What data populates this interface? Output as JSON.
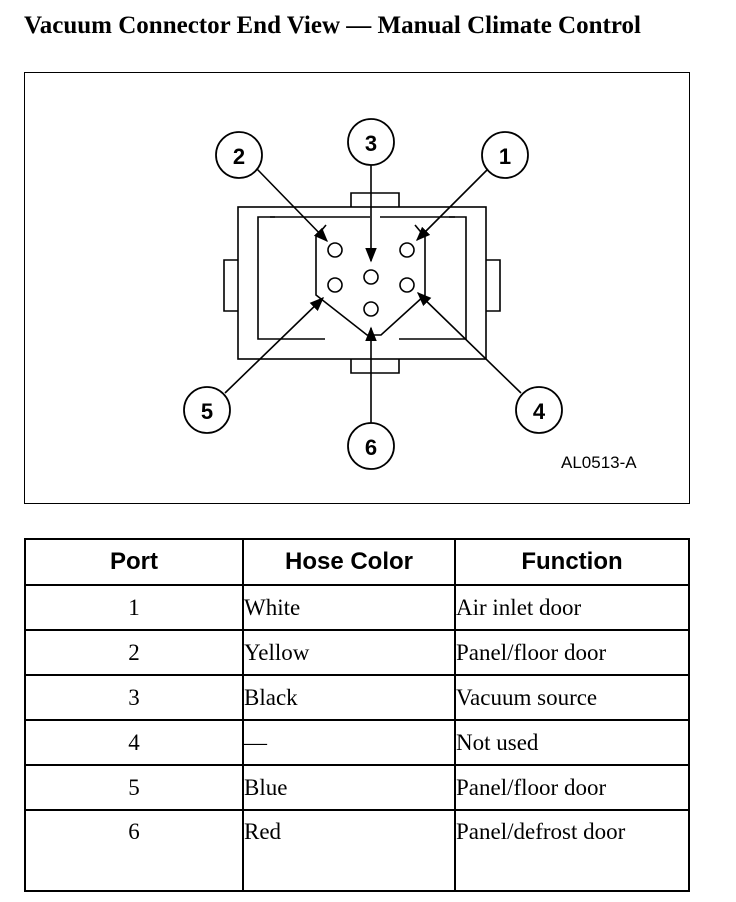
{
  "title": "Vacuum Connector End View — Manual Climate Control",
  "diagram": {
    "code": "AL0513-A",
    "callouts": [
      "1",
      "2",
      "3",
      "4",
      "5",
      "6"
    ]
  },
  "table": {
    "headers": [
      "Port",
      "Hose Color",
      "Function"
    ],
    "rows": [
      {
        "port": "1",
        "color": "White",
        "function": "Air inlet door"
      },
      {
        "port": "2",
        "color": "Yellow",
        "function": "Panel/floor door"
      },
      {
        "port": "3",
        "color": "Black",
        "function": "Vacuum source"
      },
      {
        "port": "4",
        "color": "—",
        "function": "Not used"
      },
      {
        "port": "5",
        "color": "Blue",
        "function": "Panel/floor door"
      },
      {
        "port": "6",
        "color": "Red",
        "function": "Panel/defrost door"
      }
    ]
  }
}
